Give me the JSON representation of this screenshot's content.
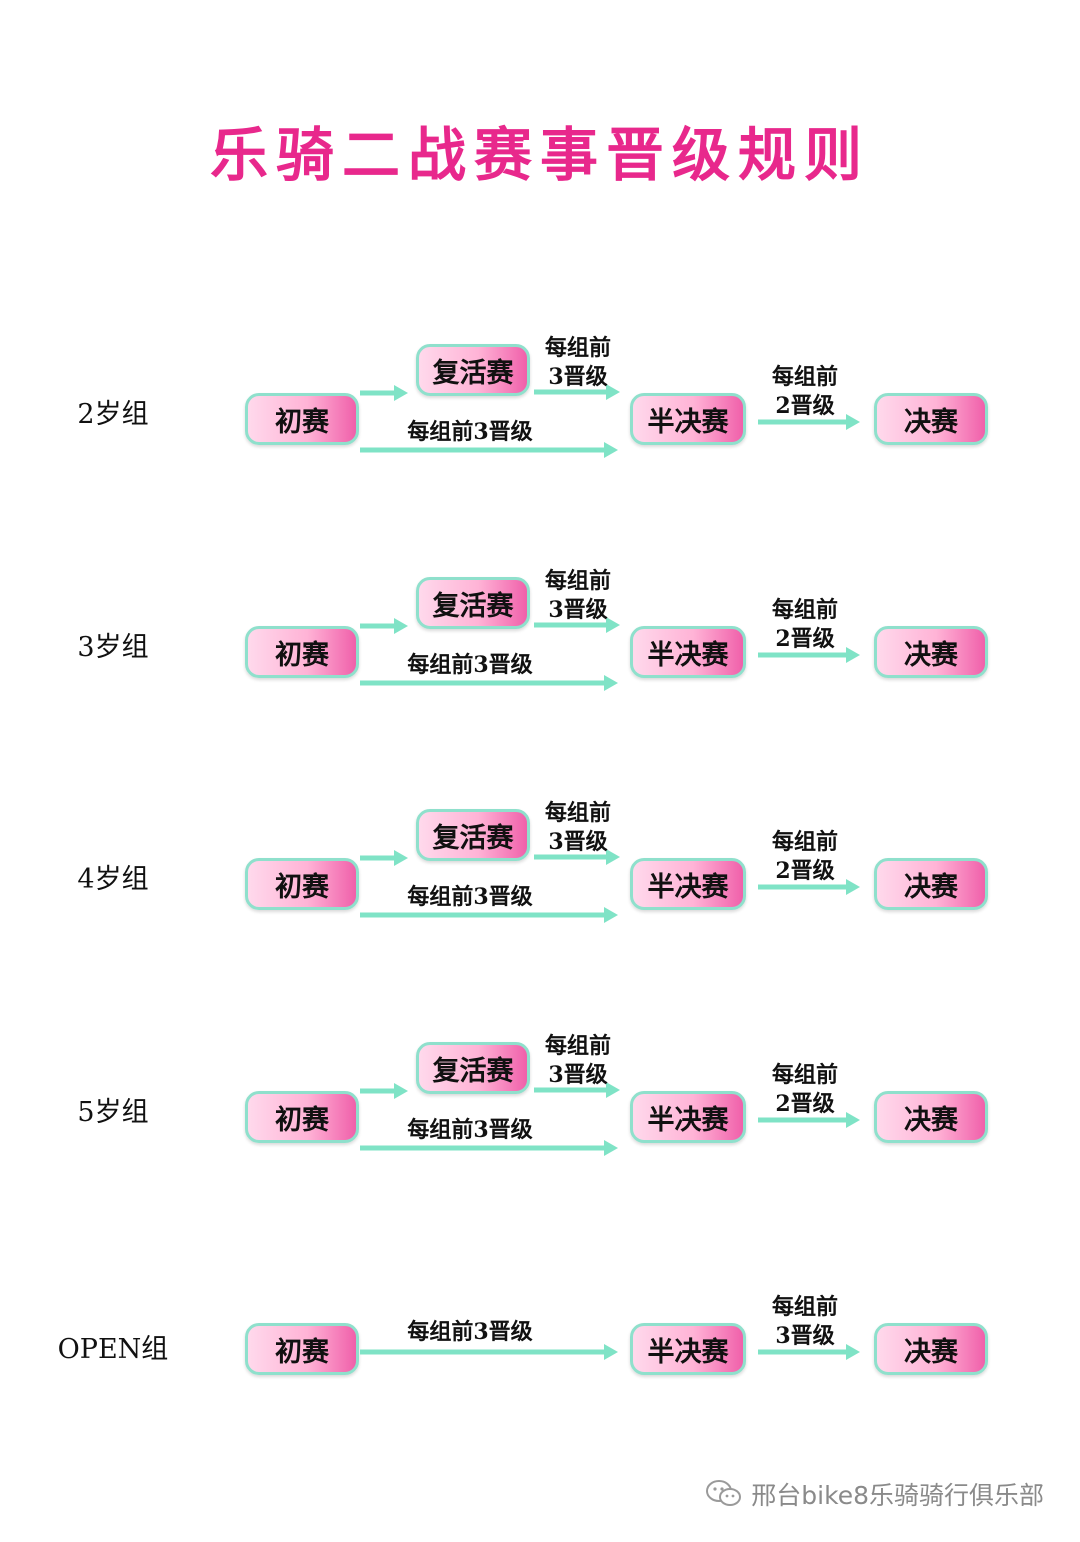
{
  "title": "乐骑二战赛事晋级规则",
  "colors": {
    "title": "#e8288c",
    "arrow": "#7fe3c6",
    "node_border": "#8fe0cc",
    "node_fill": "#ffb3d6"
  },
  "groups": [
    {
      "label": "2岁组",
      "prelim": "初赛",
      "repechage": "复活赛",
      "semi": "半决赛",
      "final": "决赛",
      "direct_label": "每组前3晋级",
      "rep_label_1": "每组前",
      "rep_label_2": "3晋级",
      "semi_label_1": "每组前",
      "semi_label_2": "2晋级"
    },
    {
      "label": "3岁组",
      "prelim": "初赛",
      "repechage": "复活赛",
      "semi": "半决赛",
      "final": "决赛",
      "direct_label": "每组前3晋级",
      "rep_label_1": "每组前",
      "rep_label_2": "3晋级",
      "semi_label_1": "每组前",
      "semi_label_2": "2晋级"
    },
    {
      "label": "4岁组",
      "prelim": "初赛",
      "repechage": "复活赛",
      "semi": "半决赛",
      "final": "决赛",
      "direct_label": "每组前3晋级",
      "rep_label_1": "每组前",
      "rep_label_2": "3晋级",
      "semi_label_1": "每组前",
      "semi_label_2": "2晋级"
    },
    {
      "label": "5岁组",
      "prelim": "初赛",
      "repechage": "复活赛",
      "semi": "半决赛",
      "final": "决赛",
      "direct_label": "每组前3晋级",
      "rep_label_1": "每组前",
      "rep_label_2": "3晋级",
      "semi_label_1": "每组前",
      "semi_label_2": "2晋级"
    }
  ],
  "open_group": {
    "label": "OPEN组",
    "prelim": "初赛",
    "semi": "半决赛",
    "final": "决赛",
    "direct_label": "每组前3晋级",
    "semi_label_1": "每组前",
    "semi_label_2": "3晋级"
  },
  "watermark": {
    "icon": "wechat-icon",
    "text": "邢台bike8乐骑骑行俱乐部"
  }
}
